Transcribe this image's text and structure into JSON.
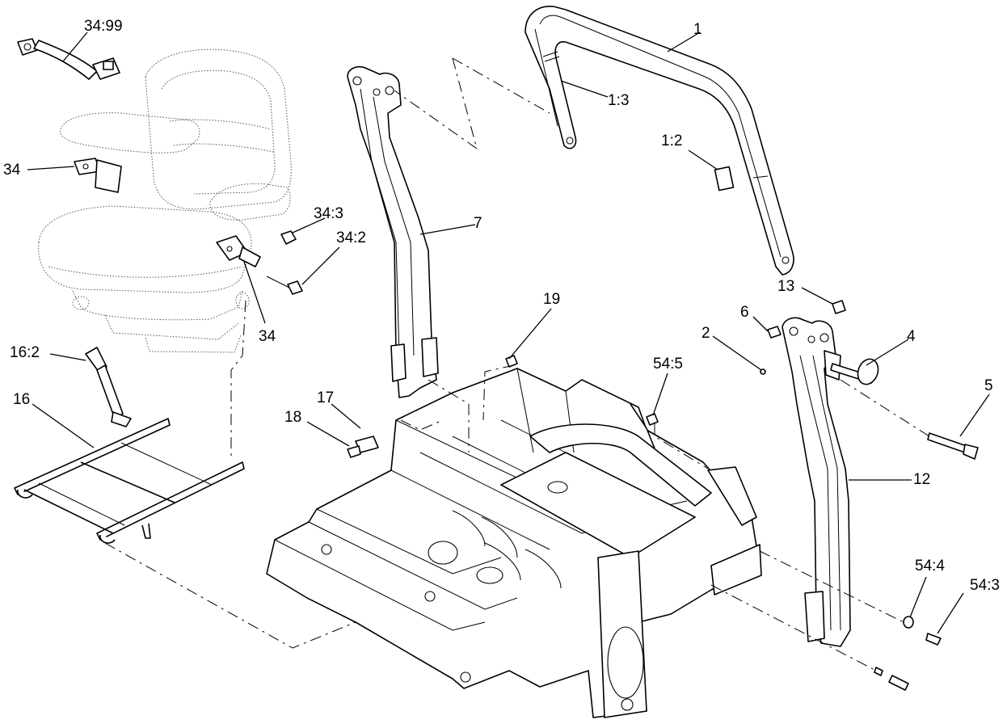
{
  "callouts": {
    "c1": "1",
    "c1_2": "1:2",
    "c1_3": "1:3",
    "c2": "2",
    "c4": "4",
    "c5": "5",
    "c6": "6",
    "c7": "7",
    "c12": "12",
    "c13": "13",
    "c16": "16",
    "c16_2": "16:2",
    "c17": "17",
    "c18": "18",
    "c19": "19",
    "c34_top": "34:99",
    "c34_left": "34",
    "c34_bottom": "34",
    "c34_2": "34:2",
    "c34_3": "34:3",
    "c54_3": "54:3",
    "c54_4": "54:4",
    "c54_5": "54:5"
  }
}
